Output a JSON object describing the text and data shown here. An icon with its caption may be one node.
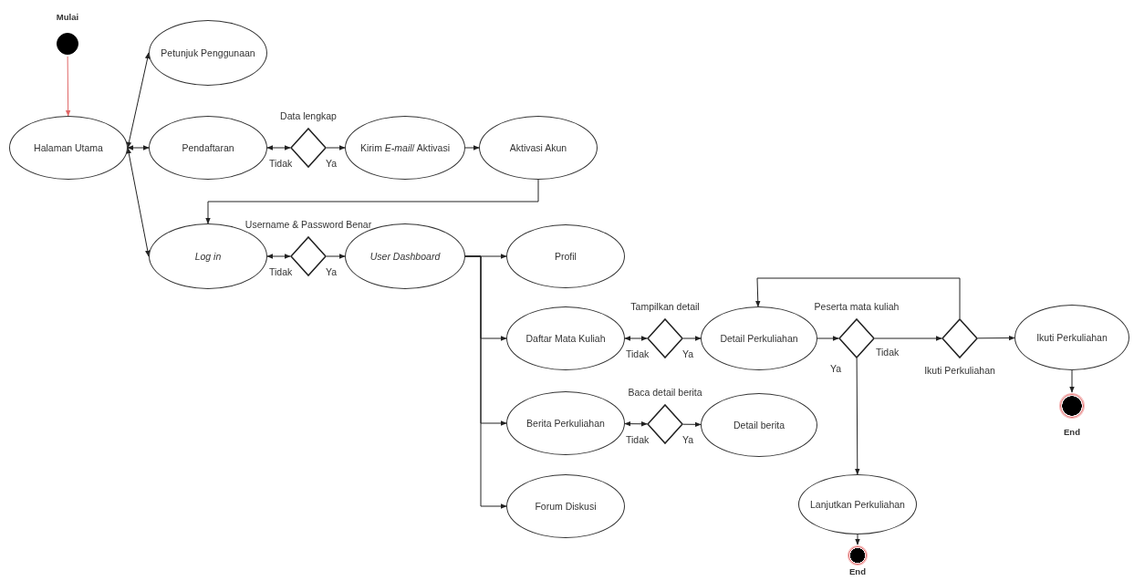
{
  "diagram": {
    "nodes": [
      {
        "text": [],
        "shape": "circle",
        "beside": [
          "Mulai"
        ]
      },
      {
        "text": [
          "Halaman Utama"
        ]
      },
      {
        "text": [
          "Petunjuk Penggunaan"
        ]
      },
      {
        "text": [
          "Pendaftaran"
        ]
      },
      {
        "text": [],
        "shape": "diamond"
      },
      {
        "text": [
          "Kirim *E-mail*/ Aktivasi"
        ]
      },
      {
        "text": [
          "Aktivasi Akun"
        ]
      },
      {
        "text": [
          "Log in"
        ]
      },
      {
        "text": [],
        "shape": "diamond"
      },
      {
        "text": [
          "User Dashboard"
        ]
      },
      {
        "text": [
          "Profil"
        ]
      },
      {
        "text": [
          "Daftar Mata Kuliah"
        ]
      },
      {
        "text": [],
        "shape": "diamond"
      },
      {
        "text": [
          "Detail Perkuliahan"
        ]
      },
      {
        "text": [],
        "shape": "diamond"
      },
      {
        "text": [],
        "shape": "diamond"
      },
      {
        "text": [
          "Ikuti Perkuliahan"
        ]
      },
      {
        "text": [],
        "shape": "circle",
        "beside": [
          "End"
        ]
      },
      {
        "text": [
          "Berita Perkuliahan"
        ]
      },
      {
        "text": [],
        "shape": "diamond"
      },
      {
        "text": [
          "Detail berita"
        ]
      },
      {
        "text": [
          "Forum Diskusi"
        ]
      },
      {
        "text": [
          "Lanjutkan Perkuliahan"
        ]
      },
      {
        "text": [],
        "shape": "circle",
        "beside": [
          "End"
        ]
      }
    ],
    "edges": [
      {
        "from": 0,
        "to": 1,
        "arrow": "to",
        "color": "#e06666"
      },
      {
        "from": 1,
        "to": 2,
        "arrow": "both"
      },
      {
        "from": 1,
        "to": 3,
        "arrow": "both"
      },
      {
        "from": 1,
        "to": 7,
        "arrow": "both"
      },
      {
        "from": 4,
        "to": 3,
        "arrow": "both",
        "label": "Tidak"
      },
      {
        "from": 4,
        "to": 5,
        "arrow": "to",
        "label": "Ya"
      },
      {
        "from": 5,
        "to": 6,
        "arrow": "to"
      },
      {
        "from": 6,
        "to": 7,
        "arrow": "to"
      },
      {
        "from": 8,
        "to": 7,
        "arrow": "both",
        "label": "Tidak"
      },
      {
        "from": 8,
        "to": 9,
        "arrow": "to",
        "label": "Ya"
      },
      {
        "from": 9,
        "to": 10,
        "arrow": "to"
      },
      {
        "from": 9,
        "to": 11,
        "arrow": "to"
      },
      {
        "from": 9,
        "to": 18,
        "arrow": "to"
      },
      {
        "from": 9,
        "to": 21,
        "arrow": "to"
      },
      {
        "from": 12,
        "to": 11,
        "arrow": "both",
        "label": "Tidak"
      },
      {
        "from": 12,
        "to": 13,
        "arrow": "to",
        "label": "Ya"
      },
      {
        "from": 13,
        "to": 14,
        "arrow": "to"
      },
      {
        "from": 14,
        "to": 15,
        "arrow": "to",
        "label": "Tidak"
      },
      {
        "from": 14,
        "to": 22,
        "arrow": "to",
        "label": "Ya"
      },
      {
        "from": 15,
        "to": 16,
        "arrow": "to"
      },
      {
        "from": 15,
        "to": 13,
        "arrow": "to"
      },
      {
        "from": 16,
        "to": 17,
        "arrow": "to"
      },
      {
        "from": 22,
        "to": 23,
        "arrow": "to"
      },
      {
        "from": 19,
        "to": 18,
        "arrow": "both",
        "label": "Tidak"
      },
      {
        "from": 19,
        "to": 20,
        "arrow": "to",
        "label": "Ya"
      }
    ],
    "labels": [
      "Data lengkap",
      "Username & Password Benar",
      "Peserta mata kuliah",
      "Tampilkan detail",
      "Ikuti Perkuliahan",
      "Baca detail berita"
    ]
  }
}
